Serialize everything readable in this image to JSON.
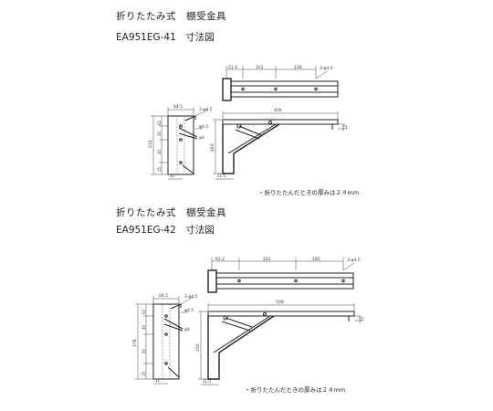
{
  "sections": [
    {
      "title": "折りたたみ式　棚受金具",
      "model": "EA951EG-41　寸法図",
      "note": "・折りたたんだときの厚みは２４mm",
      "top_dims": [
        "51.4",
        "161",
        "118",
        "3-φ4.5"
      ],
      "side_dims": [
        "64.5",
        "3-φ4.5",
        "φ4.5",
        "φ4",
        "62",
        "30",
        "40",
        "214",
        "15",
        "21"
      ],
      "front_dims": [
        "400",
        "12",
        "163",
        "21.5"
      ]
    },
    {
      "title": "折りたたみ式　棚受金具",
      "model": "EA951EG-42　寸法図",
      "note": "・折りたたんだときの厚みは２４mm",
      "top_dims": [
        "61.2",
        "241",
        "185",
        "3-φ4.5"
      ],
      "side_dims": [
        "64.5",
        "3-φ4.5",
        "φ4.5",
        "φ4",
        "62",
        "40",
        "50",
        "278",
        "15",
        "21"
      ],
      "front_dims": [
        "500",
        "12",
        "250",
        "21.5"
      ]
    }
  ]
}
